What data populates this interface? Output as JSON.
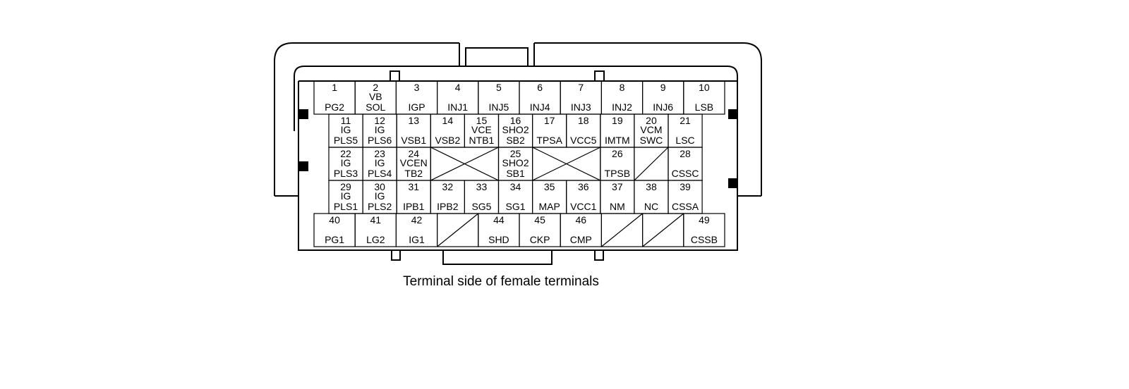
{
  "caption": "Terminal side of female terminals",
  "rows": [
    [
      {
        "num": "1",
        "lines": [
          "PG2"
        ]
      },
      {
        "num": "2",
        "lines": [
          "VB",
          "SOL"
        ]
      },
      {
        "num": "3",
        "lines": [
          "IGP"
        ]
      },
      {
        "num": "4",
        "lines": [
          "INJ1"
        ]
      },
      {
        "num": "5",
        "lines": [
          "INJ5"
        ]
      },
      {
        "num": "6",
        "lines": [
          "INJ4"
        ]
      },
      {
        "num": "7",
        "lines": [
          "INJ3"
        ]
      },
      {
        "num": "8",
        "lines": [
          "INJ2"
        ]
      },
      {
        "num": "9",
        "lines": [
          "INJ6"
        ]
      },
      {
        "num": "10",
        "lines": [
          "LSB"
        ]
      }
    ],
    [
      {
        "num": "11",
        "lines": [
          "IG",
          "PLS5"
        ]
      },
      {
        "num": "12",
        "lines": [
          "IG",
          "PLS6"
        ]
      },
      {
        "num": "13",
        "lines": [
          "VSB1"
        ]
      },
      {
        "num": "14",
        "lines": [
          "VSB2"
        ]
      },
      {
        "num": "15",
        "lines": [
          "VCE",
          "NTB1"
        ]
      },
      {
        "num": "16",
        "lines": [
          "SHO2",
          "SB2"
        ]
      },
      {
        "num": "17",
        "lines": [
          "TPSA"
        ]
      },
      {
        "num": "18",
        "lines": [
          "VCC5"
        ]
      },
      {
        "num": "19",
        "lines": [
          "IMTM"
        ]
      },
      {
        "num": "20",
        "lines": [
          "VCM",
          "SWC"
        ]
      },
      {
        "num": "21",
        "lines": [
          "LSC"
        ]
      }
    ],
    [
      {
        "num": "22",
        "lines": [
          "IG",
          "PLS3"
        ]
      },
      {
        "num": "23",
        "lines": [
          "IG",
          "PLS4"
        ]
      },
      {
        "num": "24",
        "lines": [
          "VCEN",
          "TB2"
        ]
      },
      {
        "blank": "x",
        "span": 2
      },
      {
        "num": "25",
        "lines": [
          "SHO2",
          "SB1"
        ]
      },
      {
        "blank": "x",
        "span": 2
      },
      {
        "num": "26",
        "lines": [
          "TPSB"
        ]
      },
      {
        "blank": "slash"
      },
      {
        "num": "28",
        "lines": [
          "CSSC"
        ]
      }
    ],
    [
      {
        "num": "29",
        "lines": [
          "IG",
          "PLS1"
        ]
      },
      {
        "num": "30",
        "lines": [
          "IG",
          "PLS2"
        ]
      },
      {
        "num": "31",
        "lines": [
          "IPB1"
        ]
      },
      {
        "num": "32",
        "lines": [
          "IPB2"
        ]
      },
      {
        "num": "33",
        "lines": [
          "SG5"
        ]
      },
      {
        "num": "34",
        "lines": [
          "SG1"
        ]
      },
      {
        "num": "35",
        "lines": [
          "MAP"
        ]
      },
      {
        "num": "36",
        "lines": [
          "VCC1"
        ]
      },
      {
        "num": "37",
        "lines": [
          "NM"
        ]
      },
      {
        "num": "38",
        "lines": [
          "NC"
        ]
      },
      {
        "num": "39",
        "lines": [
          "CSSA"
        ]
      }
    ],
    [
      {
        "num": "40",
        "lines": [
          "PG1"
        ]
      },
      {
        "num": "41",
        "lines": [
          "LG2"
        ]
      },
      {
        "num": "42",
        "lines": [
          "IG1"
        ]
      },
      {
        "blank": "slash"
      },
      {
        "num": "44",
        "lines": [
          "SHD"
        ]
      },
      {
        "num": "45",
        "lines": [
          "CKP"
        ]
      },
      {
        "num": "46",
        "lines": [
          "CMP"
        ]
      },
      {
        "blank": "slash"
      },
      {
        "blank": "slash"
      },
      {
        "num": "49",
        "lines": [
          "CSSB"
        ]
      }
    ]
  ]
}
